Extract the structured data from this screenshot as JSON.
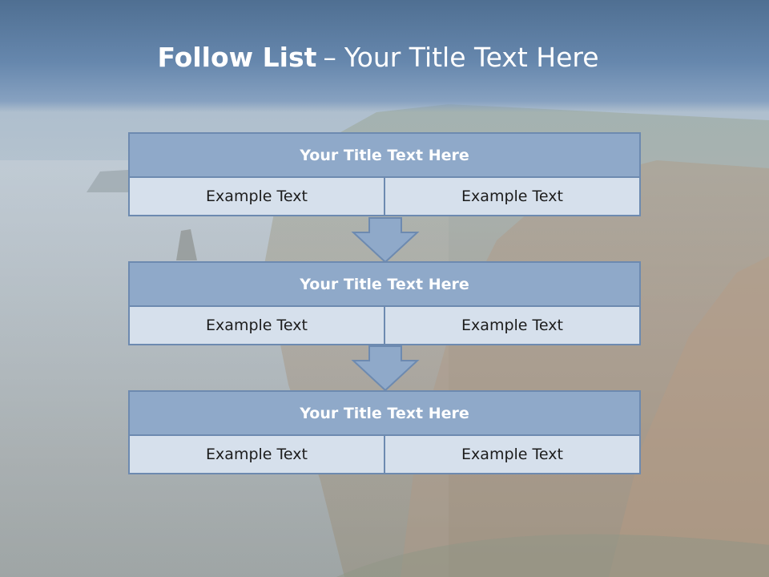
{
  "slide": {
    "title_bold": "Follow List",
    "title_sep": "–",
    "title_rest": "Your Title Text Here"
  },
  "steps": [
    {
      "title": "Your Title Text Here",
      "left": "Example Text",
      "right": "Example Text"
    },
    {
      "title": "Your Title Text Here",
      "left": "Example Text",
      "right": "Example Text"
    },
    {
      "title": "Your Title Text Here",
      "left": "Example Text",
      "right": "Example Text"
    }
  ],
  "colors": {
    "header_band": "#5f7fa5",
    "box_title_fill": "#8fa9c9",
    "box_cell_fill": "#d6e0ec",
    "box_border": "#6d8ab0",
    "arrow_fill": "#8fa9c9"
  }
}
